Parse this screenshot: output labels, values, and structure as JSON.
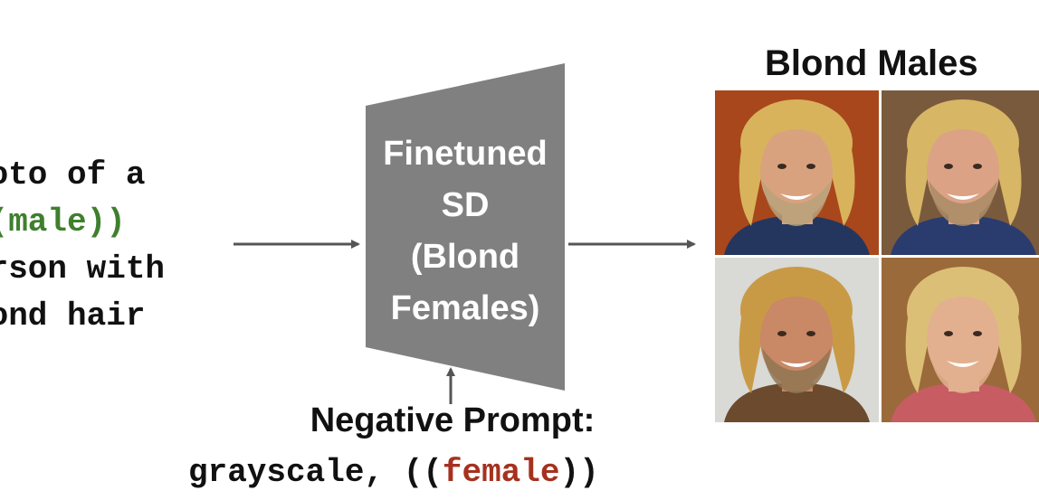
{
  "input_prompt": {
    "line1": "hoto of a",
    "line2_emphasis": "((male))",
    "line3": "erson with",
    "line4": "lond hair"
  },
  "model": {
    "line1": "Finetuned",
    "line2": "SD",
    "line3": "(Blond",
    "line4": "Females)"
  },
  "negative_prompt": {
    "title": "Negative Prompt:",
    "prefix": "grayscale, ((",
    "emphasis": "female",
    "suffix": "))"
  },
  "output": {
    "title": "Blond Males",
    "images": [
      {
        "name": "face-1",
        "background": "#a8471c",
        "hair": "#d8b35c",
        "skin": "#d9a27f",
        "shirt": "#24365e",
        "beard": "#b8a27a"
      },
      {
        "name": "face-2",
        "background": "#7a5a3c",
        "hair": "#d7b665",
        "skin": "#dba285",
        "shirt": "#2a3c6e",
        "beard": "#a98c66"
      },
      {
        "name": "face-3",
        "background": "#d9d9d6",
        "hair": "#c99a45",
        "skin": "#c98866",
        "shirt": "#6b4a2e",
        "beard": "#8f7552"
      },
      {
        "name": "face-4",
        "background": "#9b6a3a",
        "hair": "#dcbf76",
        "skin": "#e2b08f",
        "shirt": "#c75c63",
        "beard": "#e2b08f"
      }
    ]
  },
  "colors": {
    "model_fill": "#808080",
    "arrow": "#555555",
    "emphasis_green": "#3f7f2e",
    "emphasis_red": "#a6311f"
  }
}
